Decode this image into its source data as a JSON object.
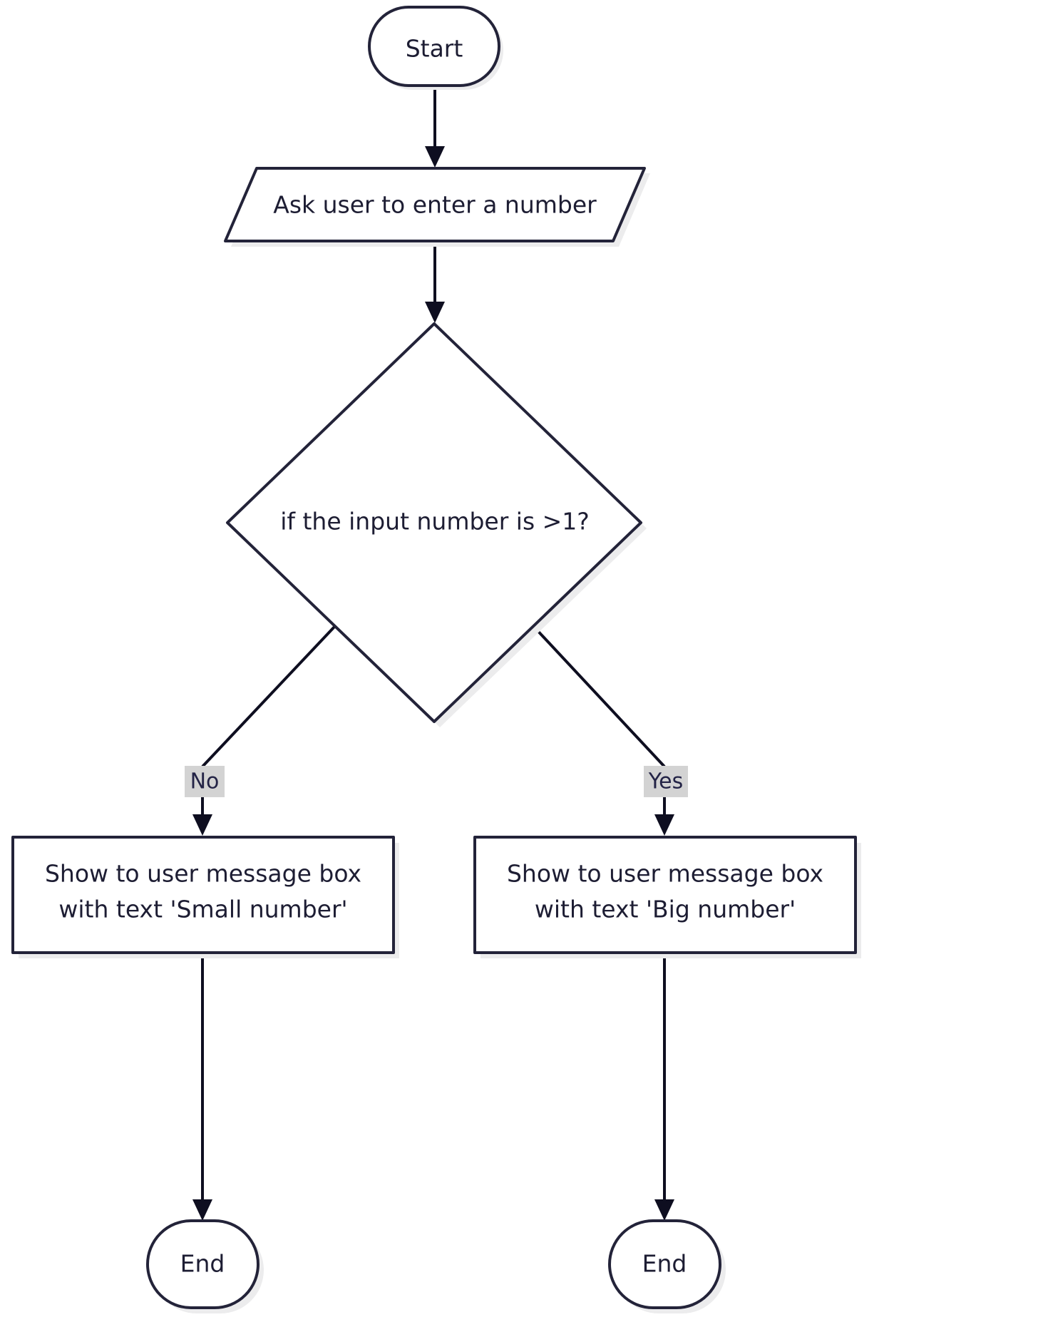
{
  "diagram": {
    "type": "flowchart",
    "direction": "top-down",
    "background_color": "#ffffff",
    "stroke_color": "#232339",
    "edge_color": "#0e0e20",
    "node_fill": "#ffffff",
    "shadow_color": "#ececed",
    "edge_label_bg": "#d3d3d3",
    "text_color": "#1d1d33"
  },
  "nodes": {
    "start": {
      "id": "start",
      "label": "Start",
      "shape": "stadium"
    },
    "input": {
      "id": "input",
      "label": "Ask user to enter a number",
      "shape": "parallelogram"
    },
    "decision": {
      "id": "decision",
      "label": "if the input number is >1?",
      "shape": "diamond"
    },
    "small_number": {
      "id": "small_number",
      "label_line1": "Show to user message box",
      "label_line2": "with text 'Small number'",
      "shape": "rectangle"
    },
    "big_number": {
      "id": "big_number",
      "label_line1": "Show to user message box",
      "label_line2": "with text 'Big number'",
      "shape": "rectangle"
    },
    "end_left": {
      "id": "end_left",
      "label": "End",
      "shape": "stadium"
    },
    "end_right": {
      "id": "end_right",
      "label": "End",
      "shape": "stadium"
    }
  },
  "edges": [
    {
      "from": "start",
      "to": "input",
      "label": ""
    },
    {
      "from": "input",
      "to": "decision",
      "label": ""
    },
    {
      "from": "decision",
      "to": "small_number",
      "label": "No"
    },
    {
      "from": "decision",
      "to": "big_number",
      "label": "Yes"
    },
    {
      "from": "small_number",
      "to": "end_left",
      "label": ""
    },
    {
      "from": "big_number",
      "to": "end_right",
      "label": ""
    }
  ],
  "edge_labels": {
    "no": "No",
    "yes": "Yes"
  }
}
